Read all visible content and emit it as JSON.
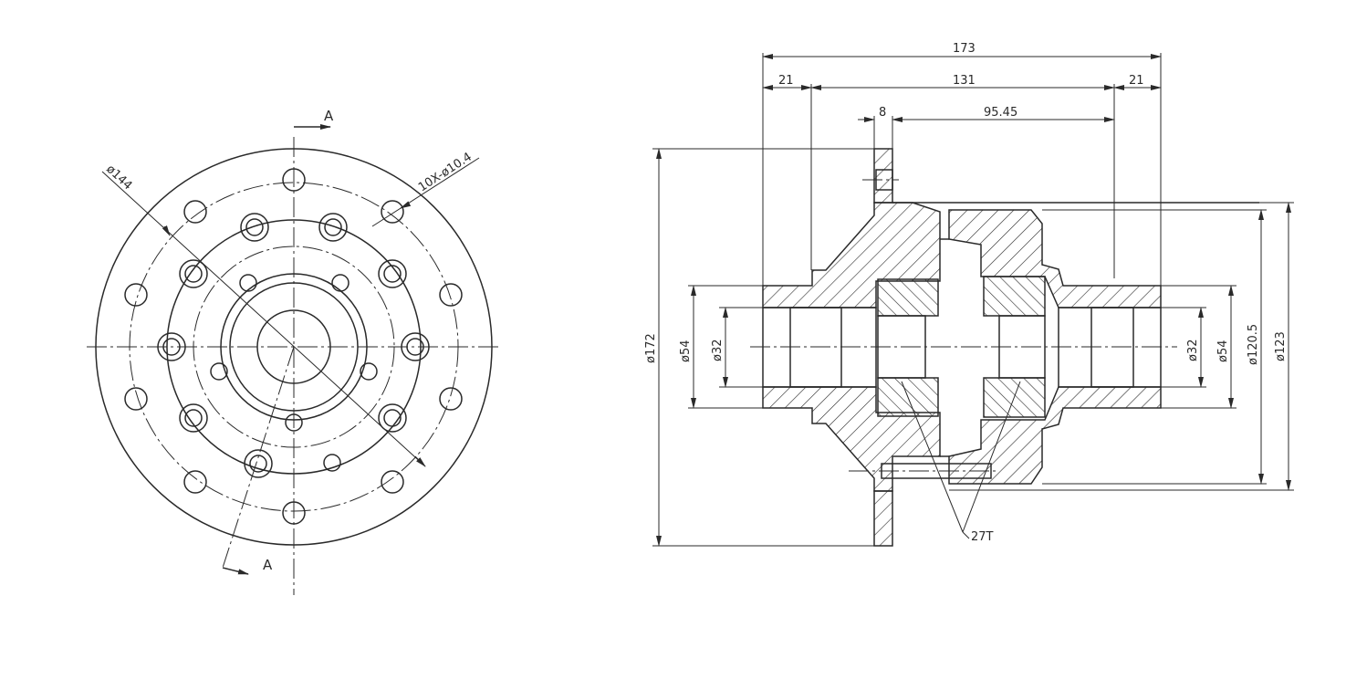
{
  "front_view": {
    "section_label_top": "A",
    "section_label_bottom": "A",
    "pcd_label": "ø144",
    "holes_label": "10X-ø10.4"
  },
  "section_view": {
    "overall_length": "173",
    "flange_offset_left": "21",
    "body_length": "131",
    "flange_offset_right": "21",
    "flange_thickness": "8",
    "inner_length": "95.45",
    "flange_diameter": "ø172",
    "shaft_diameter_left_outer": "ø54",
    "shaft_diameter_left_inner": "ø32",
    "shaft_diameter_right_inner": "ø32",
    "shaft_diameter_right_outer": "ø54",
    "body_diameter_1": "ø120.5",
    "body_diameter_2": "ø123",
    "spline_callout": "27T"
  }
}
